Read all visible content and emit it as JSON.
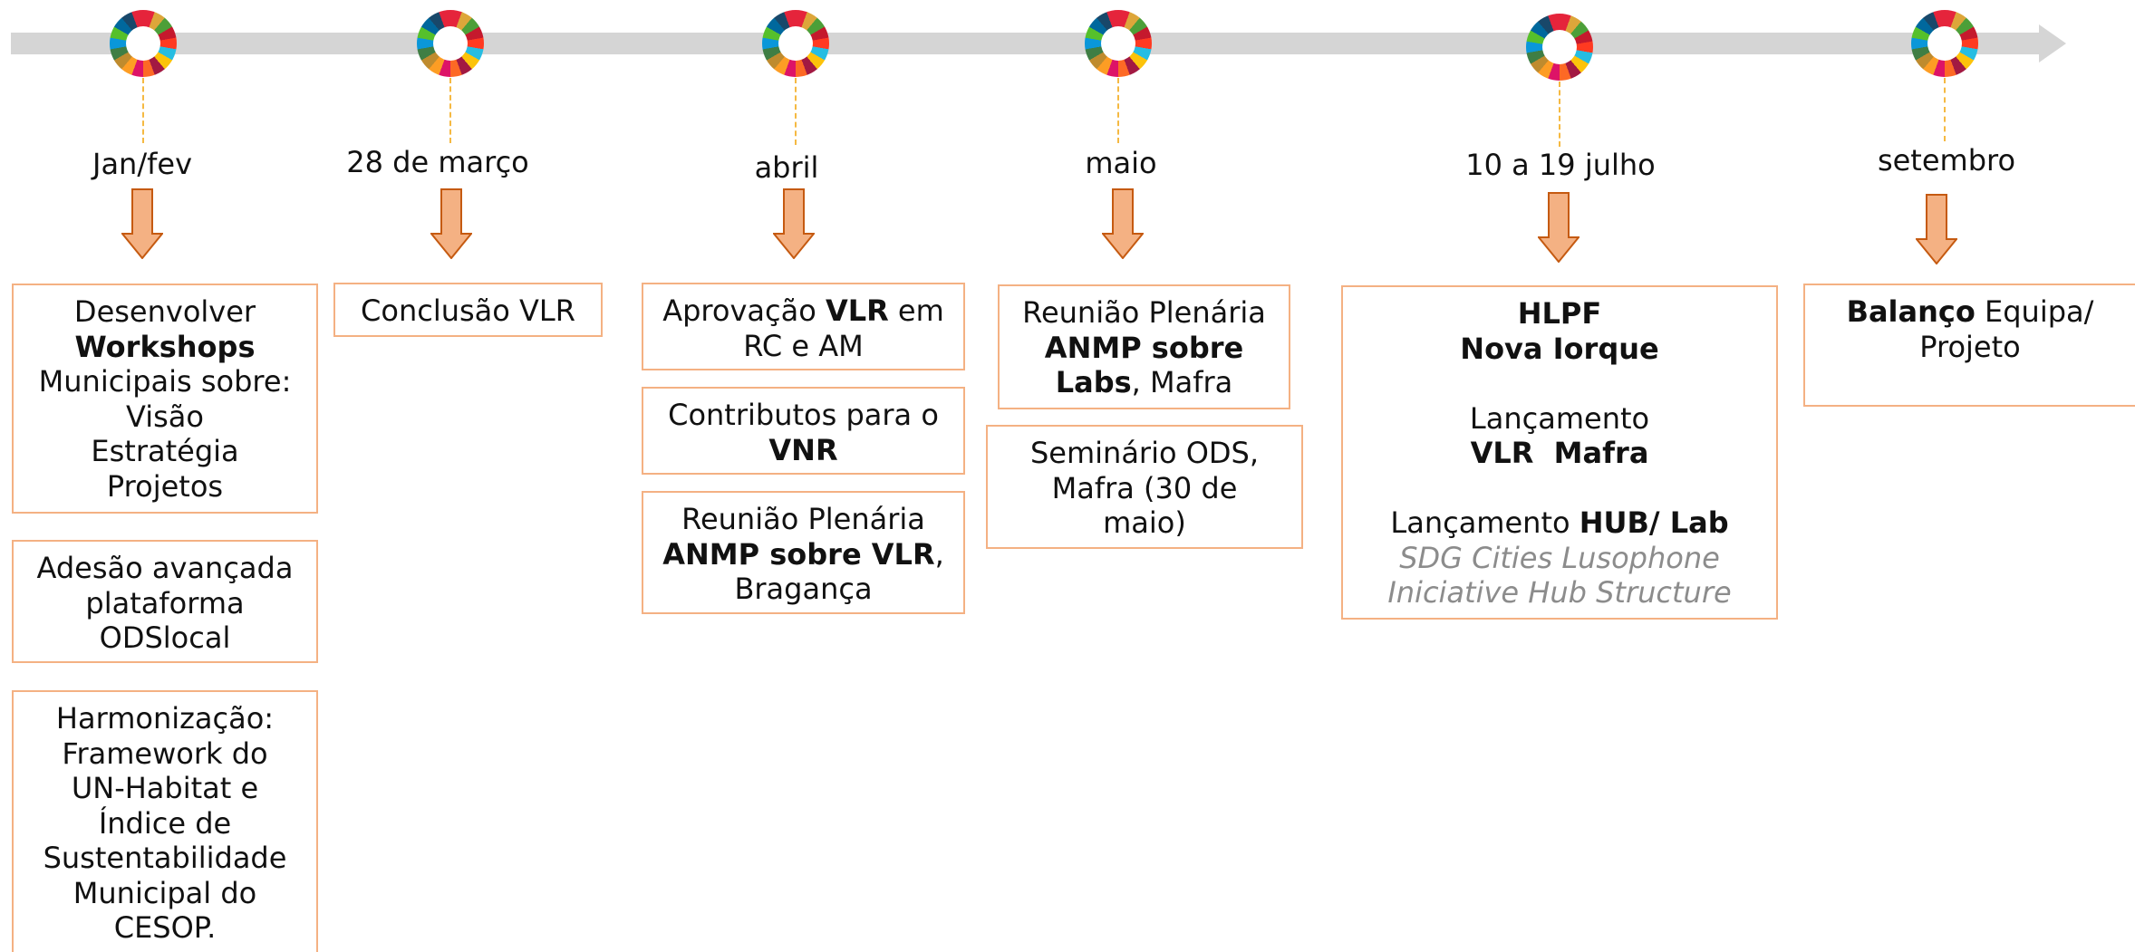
{
  "milestones": [
    {
      "label": "Jan/fev",
      "icon": "sdg-wheel-icon"
    },
    {
      "label": "28 de março",
      "icon": "sdg-wheel-icon"
    },
    {
      "label": "abril",
      "icon": "sdg-wheel-icon"
    },
    {
      "label": "maio",
      "icon": "sdg-wheel-icon"
    },
    {
      "label": "10 a 19 julho",
      "icon": "sdg-wheel-icon"
    },
    {
      "label": "setembro",
      "icon": "sdg-wheel-icon"
    }
  ],
  "jan": {
    "b1": {
      "l1": "Desenvolver",
      "l2": "Workshops",
      "l3": "Municipais sobre:",
      "l4": "Visão",
      "l5": "Estratégia",
      "l6": "Projetos"
    },
    "b2": {
      "l1": "Adesão avançada",
      "l2": "plataforma",
      "l3": "ODSlocal"
    },
    "b3": {
      "l1": "Harmonização:",
      "l2": "Framework do",
      "l3": "UN-Habitat e",
      "l4": "Índice de",
      "l5": "Sustentabilidade",
      "l6": "Municipal do",
      "l7": "CESOP."
    }
  },
  "mar": {
    "b1": {
      "l1": "Conclusão VLR"
    }
  },
  "abr": {
    "b1": {
      "a": "Aprovação ",
      "b": "VLR",
      "c": " em",
      "l2": "RC e AM"
    },
    "b2": {
      "l1": "Contributos para o",
      "l2": "VNR"
    },
    "b3": {
      "l1": "Reunião Plenária",
      "l2a": "ANMP sobre VLR",
      "l2b": ",",
      "l3": "Bragança"
    }
  },
  "mai": {
    "b1": {
      "l1": "Reunião Plenária",
      "l2": "ANMP sobre",
      "l3a": "Labs",
      "l3b": ", Mafra"
    },
    "b2": {
      "l1": "Seminário ODS,",
      "l2": "Mafra (30 de",
      "l3": "maio)"
    }
  },
  "jul": {
    "b1": {
      "l1": "HLPF",
      "l2": "Nova Iorque",
      "l3": "Lançamento",
      "l4": "VLR  Mafra",
      "l5a": "Lançamento ",
      "l5b": "HUB/ Lab",
      "l6": "SDG Cities Lusophone",
      "l7": "Iniciative Hub Structure"
    }
  },
  "set": {
    "b1": {
      "a": "Balanço",
      "b": " Equipa/",
      "l2": "Projeto"
    }
  },
  "colors": {
    "box_border": "#f4b183",
    "arrow_fill": "#f4b183",
    "arrow_stroke": "#c55a11",
    "timeline": "#d5d5d5",
    "dash": "#f5b942",
    "italic_text": "#8c8c8c"
  }
}
